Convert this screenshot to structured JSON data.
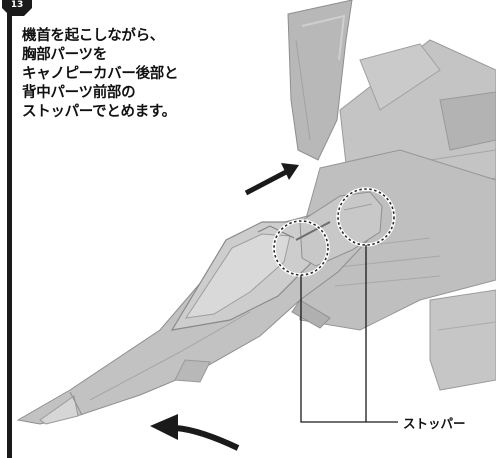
{
  "step": {
    "number": "13",
    "icon": "step-number-badge-icon",
    "badge_color": "#1a1a1a"
  },
  "instruction": {
    "lines": [
      "機首を起こしながら、",
      "胸部パーツを",
      "キャノピーカバー後部と",
      "背中パーツ前部の",
      "ストッパーでとめます。"
    ]
  },
  "illustration": {
    "subject_color": "#bdbdbd",
    "arrow_color": "#1a1a1a",
    "arrows": [
      "arrow-push-up-right-icon",
      "arrow-rotate-up-icon"
    ],
    "highlight_circles": 2
  },
  "callout": {
    "label": "ストッパー"
  }
}
